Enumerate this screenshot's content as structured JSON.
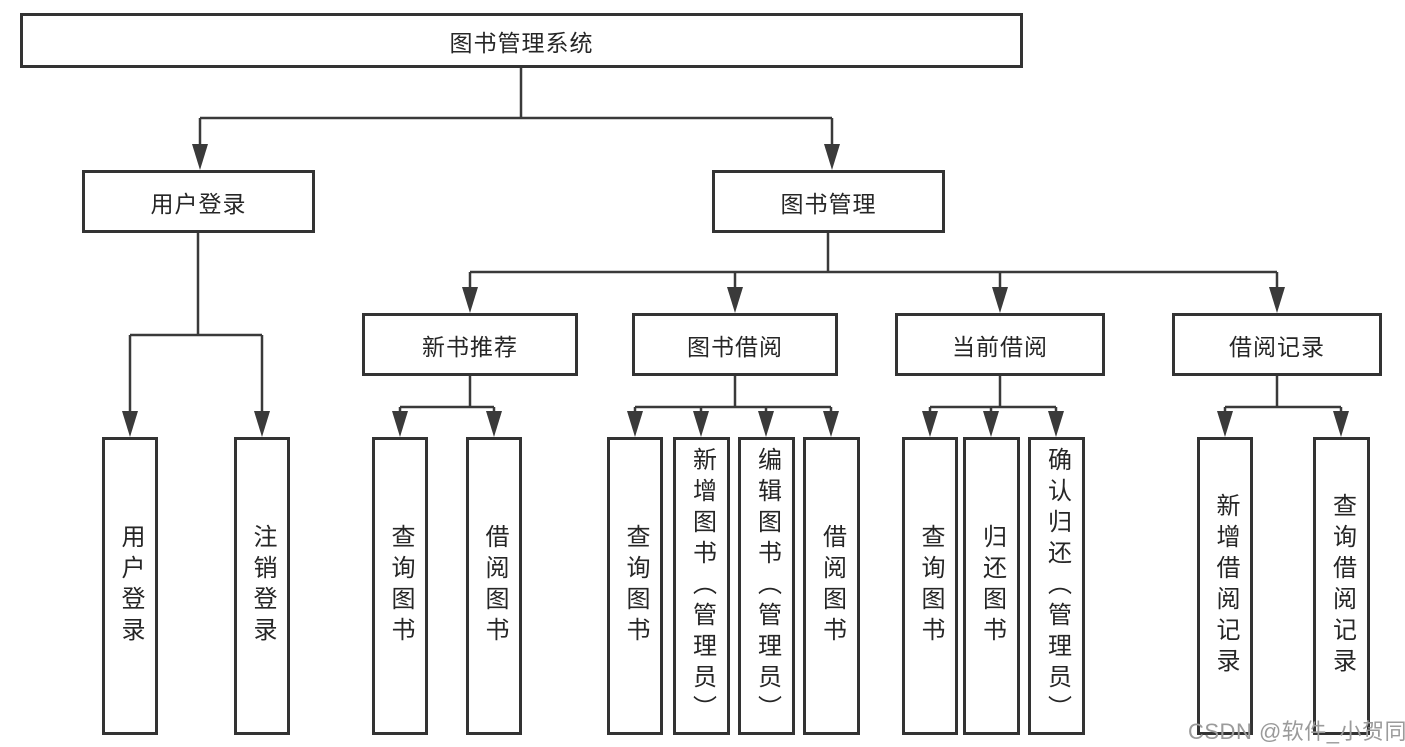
{
  "tree": {
    "root": {
      "label": "图书管理系统"
    },
    "branches": [
      {
        "label": "用户登录",
        "children": [
          {
            "label": "用户登录"
          },
          {
            "label": "注销登录"
          }
        ]
      },
      {
        "label": "图书管理",
        "children": [
          {
            "label": "新书推荐",
            "children": [
              {
                "label": "查询图书"
              },
              {
                "label": "借阅图书"
              }
            ]
          },
          {
            "label": "图书借阅",
            "children": [
              {
                "label": "查询图书"
              },
              {
                "label": "新增图书（管理员）"
              },
              {
                "label": "编辑图书（管理员）"
              },
              {
                "label": "借阅图书"
              }
            ]
          },
          {
            "label": "当前借阅",
            "children": [
              {
                "label": "查询图书"
              },
              {
                "label": "归还图书"
              },
              {
                "label": "确认归还（管理员）"
              }
            ]
          },
          {
            "label": "借阅记录",
            "children": [
              {
                "label": "新增借阅记录"
              },
              {
                "label": "查询借阅记录"
              }
            ]
          }
        ]
      }
    ]
  },
  "watermark": "CSDN @软件_小贺同学",
  "colors": {
    "line": "#3a3a3a",
    "box_border": "#333333",
    "text": "#262626",
    "watermark_text": "#9b9b9b",
    "background": "#ffffff"
  }
}
